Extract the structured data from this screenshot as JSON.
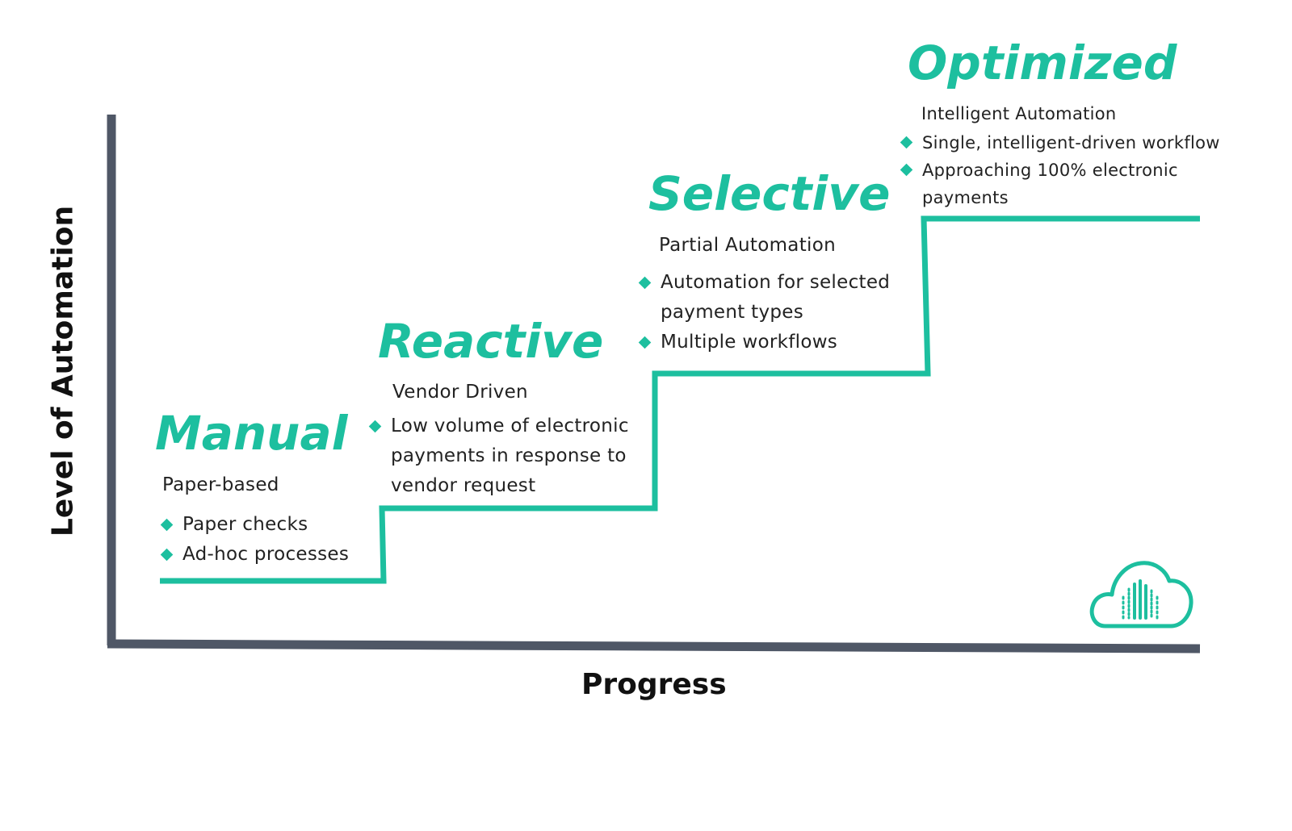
{
  "axes": {
    "x_label": "Progress",
    "y_label": "Level of Automation"
  },
  "stages": [
    {
      "title": "Manual",
      "subtitle": "Paper-based",
      "bullets": [
        "Paper checks",
        "Ad-hoc processes"
      ]
    },
    {
      "title": "Reactive",
      "subtitle": "Vendor Driven",
      "bullets": [
        "Low volume of electronic payments in response to vendor request"
      ]
    },
    {
      "title": "Selective",
      "subtitle": "Partial Automation",
      "bullets": [
        "Automation for selected payment types",
        "Multiple workflows"
      ]
    },
    {
      "title": "Optimized",
      "subtitle": "Intelligent Automation",
      "bullets": [
        "Single, intelligent-driven workflow",
        "Approaching 100% electronic payments"
      ]
    }
  ],
  "colors": {
    "accent": "#1dbf9f",
    "axis": "#4f5766",
    "text": "#222222"
  },
  "logo": {
    "icon": "cloud-data-icon"
  }
}
